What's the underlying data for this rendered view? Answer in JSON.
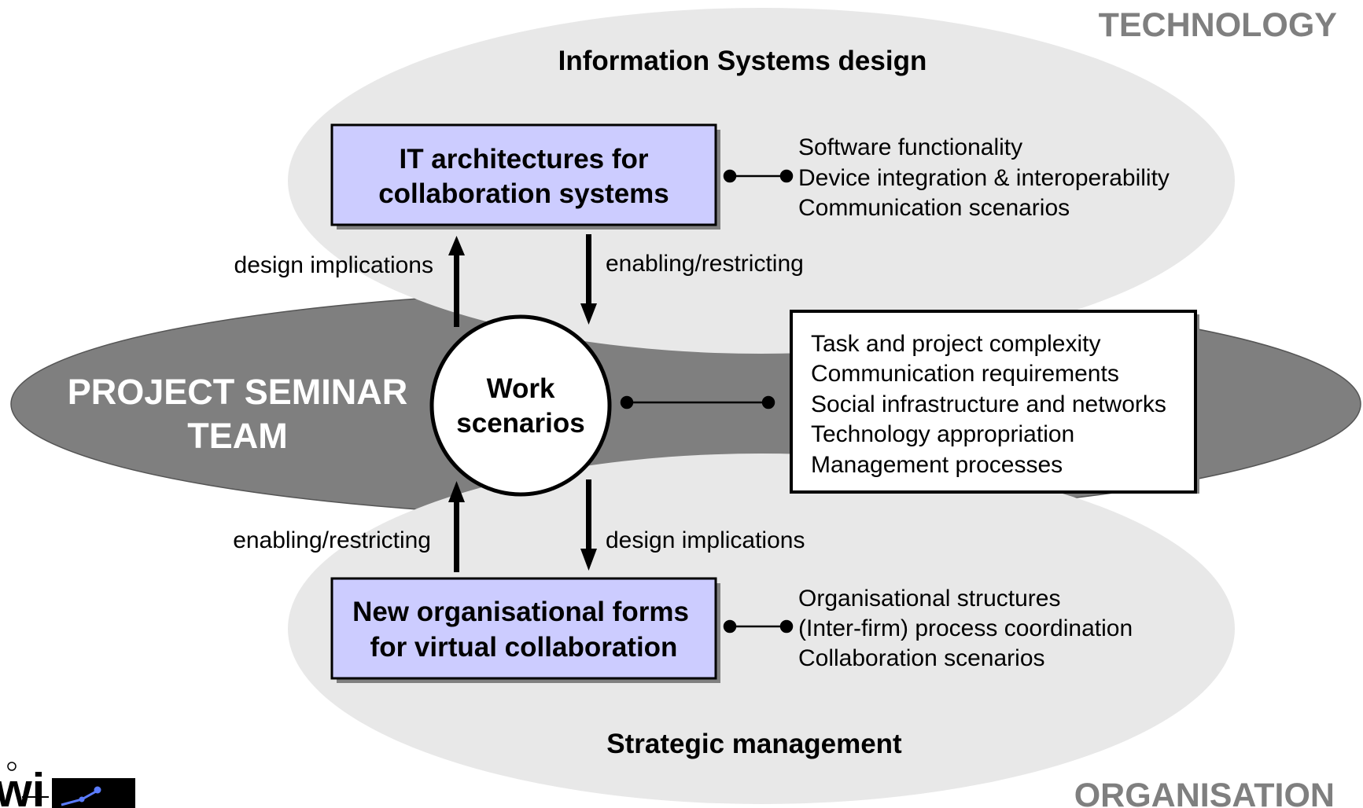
{
  "corner_labels": {
    "technology": "TECHNOLOGY",
    "organisation": "ORGANISATION"
  },
  "ellipse_titles": {
    "top": "Information Systems design",
    "bottom": "Strategic management"
  },
  "team": {
    "line1": "PROJECT SEMINAR",
    "line2": "TEAM"
  },
  "center": {
    "line1": "Work",
    "line2": "scenarios"
  },
  "top_box": {
    "line1": "IT architectures for",
    "line2": "collaboration systems"
  },
  "bottom_box": {
    "line1": "New organisational forms",
    "line2": "for virtual collaboration"
  },
  "top_list": [
    "Software functionality",
    "Device integration & interoperability",
    "Communication scenarios"
  ],
  "bottom_list": [
    "Organisational structures",
    "(Inter-firm) process coordination",
    "Collaboration scenarios"
  ],
  "right_box_list": [
    "Task and project complexity",
    "Communication requirements",
    "Social infrastructure and networks",
    "Technology appropriation",
    "Management processes"
  ],
  "arrow_labels": {
    "upper_left": "design implications",
    "upper_right": "enabling/restricting",
    "lower_left": "enabling/restricting",
    "lower_right": "design implications"
  },
  "logo": {
    "text": "wi"
  },
  "colors": {
    "light_ellipse": "#e8e8e8",
    "dark_ellipse": "#7f7f7f",
    "box_fill": "#ccccff",
    "corner_text": "#7f7f7f"
  }
}
